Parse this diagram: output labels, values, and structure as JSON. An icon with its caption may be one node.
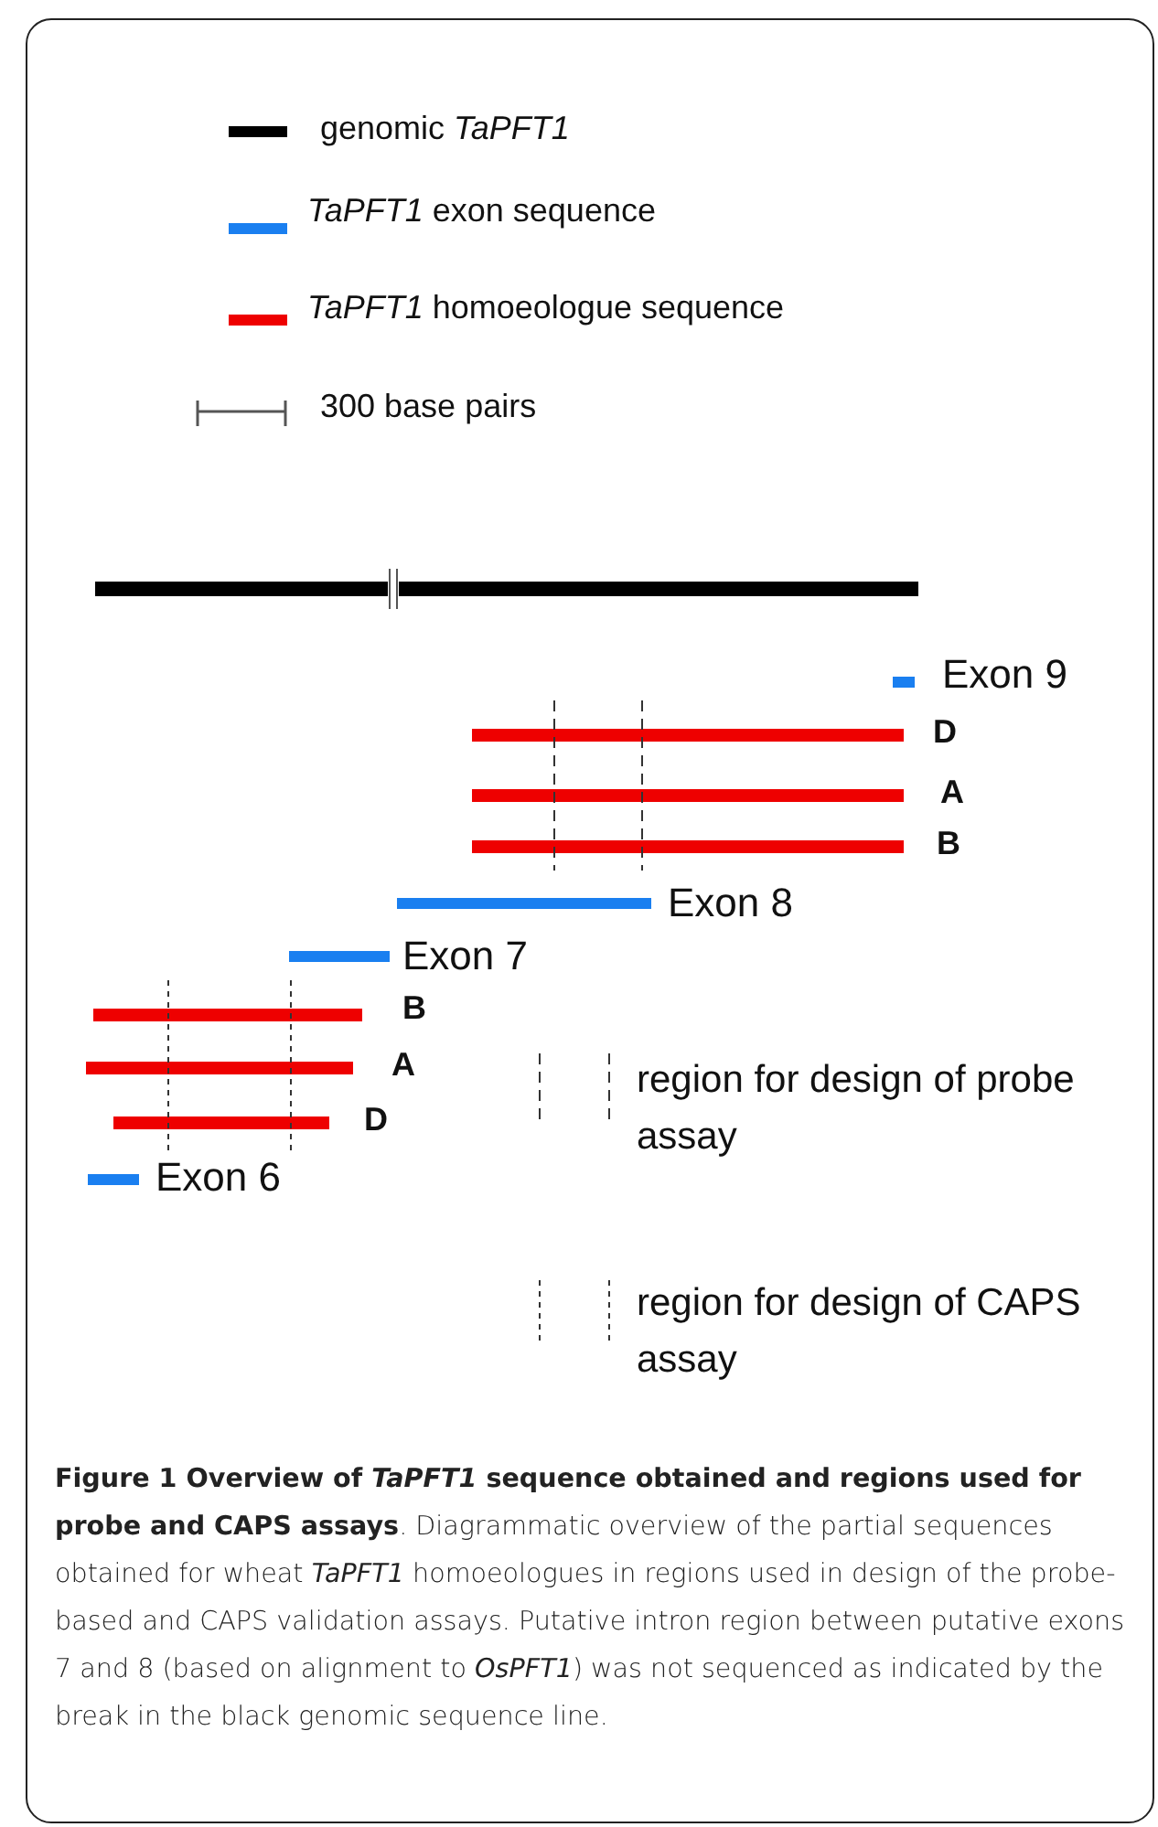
{
  "diagram": {
    "caption": "**Figure 1 Overview of *TaPFT1* sequence obtained and regions used for probe and CAPS assays**. Diagrammatic overview of the partial sequences obtained for wheat *TaPFT1* homoeologues in regions used in design of the probe-based and CAPS validation assays. Putative intron region between putative exons 7 and 8 (based on alignment to *OsPFT1*) was not sequenced as indicated by the break in the black genomic sequence line.",
    "labels": [
      "Exon 9",
      "D",
      "A",
      "B",
      "Exon 8",
      "Exon 7",
      "B",
      "A",
      "D",
      "Exon 6"
    ],
    "legend": [
      {
        "text": "genomic *TaPFT1*",
        "color": "#000000"
      },
      {
        "text": "*TaPFT1* exon sequence",
        "color": "#1a7ff0"
      },
      {
        "text": "*TaPFT1* homoeologue sequence",
        "color": "#ee0000"
      },
      {
        "text": "300 base pairs"
      },
      {
        "text": "region for design of probe assay"
      },
      {
        "text": "region for design of CAPS assay"
      }
    ]
  }
}
